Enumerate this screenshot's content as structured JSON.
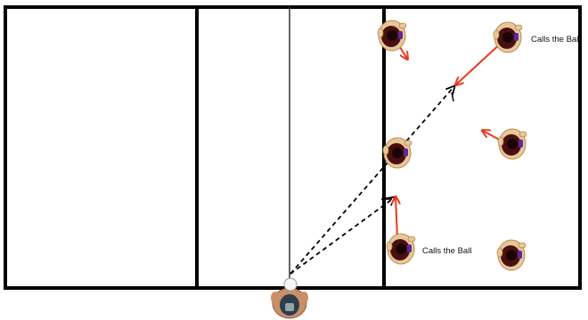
{
  "diagram": {
    "type": "volleyball-court-drill",
    "colors": {
      "court_lines": "#000000",
      "movement_arrow": "#e8391f",
      "ball_path": "#000000",
      "player_jersey": "#4a1010",
      "player_skin": "#e8c79a",
      "player_accent": "#5a2a9a",
      "coach_skin": "#c98f66",
      "coach_shirt": "#2c3e50"
    },
    "icons": {
      "player": "player-icon",
      "coach": "coach-icon",
      "ball": "ball-icon"
    },
    "annotations": {
      "top_back_right": "Calls the Ball",
      "front_bottom": "Calls the Ball"
    }
  }
}
